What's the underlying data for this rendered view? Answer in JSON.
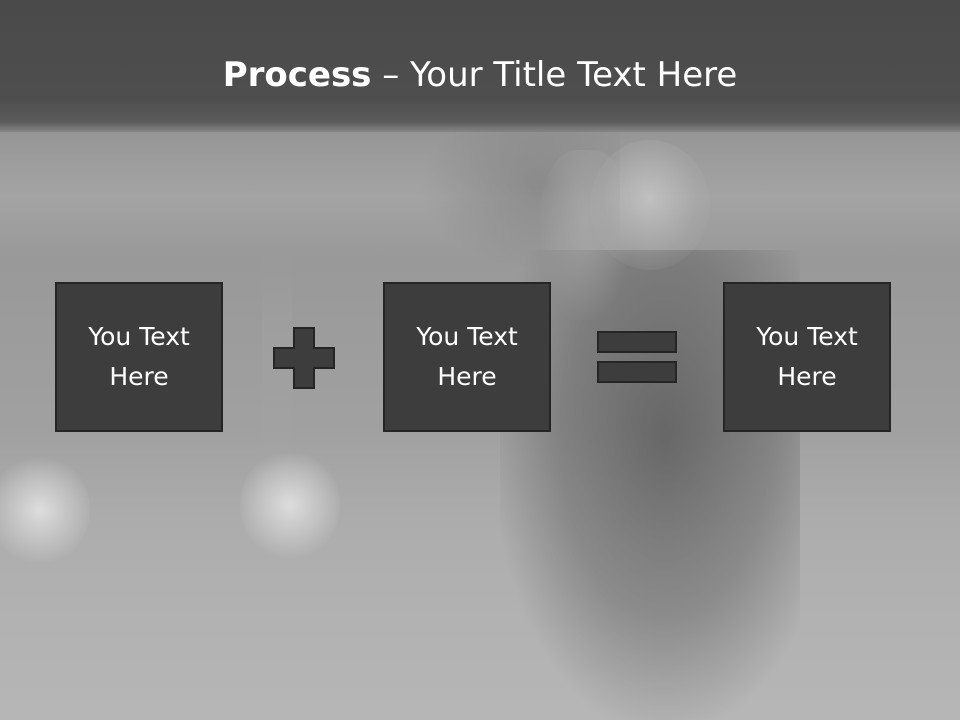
{
  "slide": {
    "title_bold": "Process",
    "title_rest": " – Your Title Text Here",
    "boxes": [
      {
        "line1": "You Text",
        "line2": "Here"
      },
      {
        "line1": "You Text",
        "line2": "Here"
      },
      {
        "line1": "You Text",
        "line2": "Here"
      }
    ],
    "operators": [
      "plus-icon",
      "equals-icon"
    ],
    "colors": {
      "header": "#4a4a4a",
      "box_fill": "#3d3d3d",
      "box_border": "#252525",
      "text": "#ffffff"
    }
  }
}
